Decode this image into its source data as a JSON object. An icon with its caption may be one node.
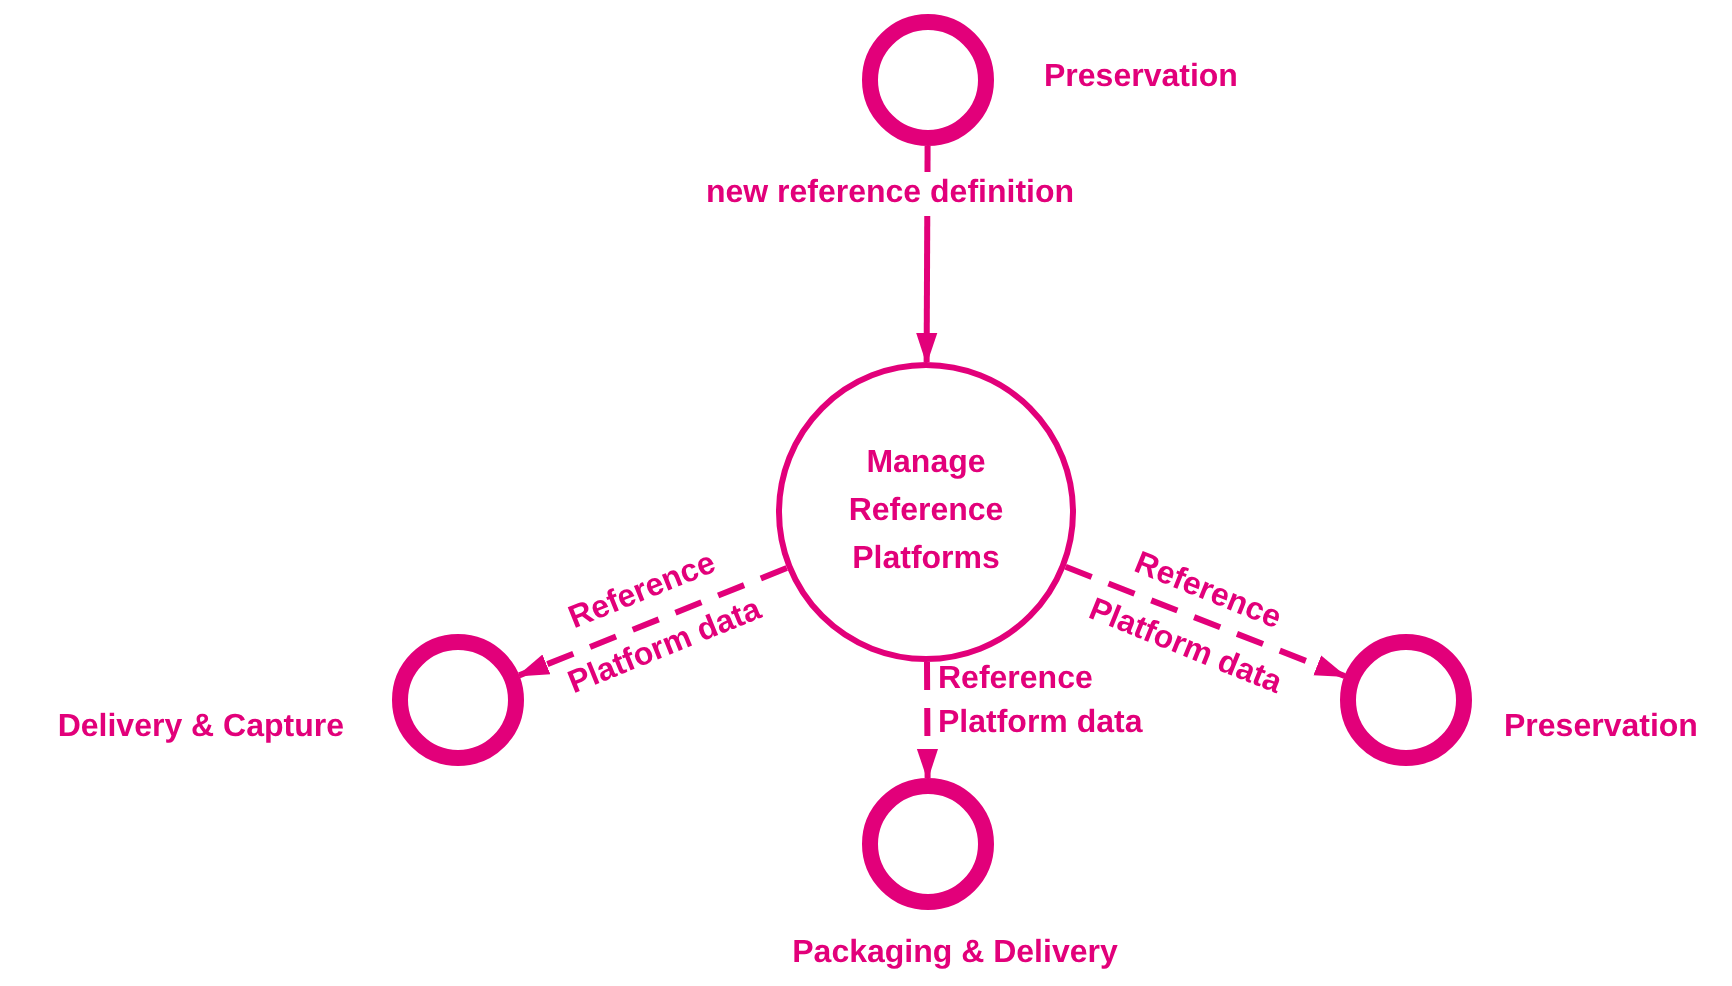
{
  "diagram": {
    "nodes": [
      {
        "text": [
          "Preservation"
        ]
      },
      {
        "text": [
          "Manage Reference Platforms"
        ]
      },
      {
        "text": [
          "Delivery & Capture"
        ]
      },
      {
        "text": [
          "Packaging & Delivery"
        ]
      },
      {
        "text": [
          "Preservation"
        ]
      }
    ],
    "edges": [
      {
        "from": 0,
        "to": 1,
        "arrow": "to",
        "label": "new reference definition"
      },
      {
        "from": 1,
        "to": 2,
        "arrow": "to",
        "label": "Reference Platform data",
        "style": "dashed"
      },
      {
        "from": 1,
        "to": 3,
        "arrow": "to",
        "label": "Reference Platform data",
        "style": "dashed"
      },
      {
        "from": 1,
        "to": 4,
        "arrow": "to",
        "label": "Reference Platform data",
        "style": "dashed"
      }
    ]
  }
}
